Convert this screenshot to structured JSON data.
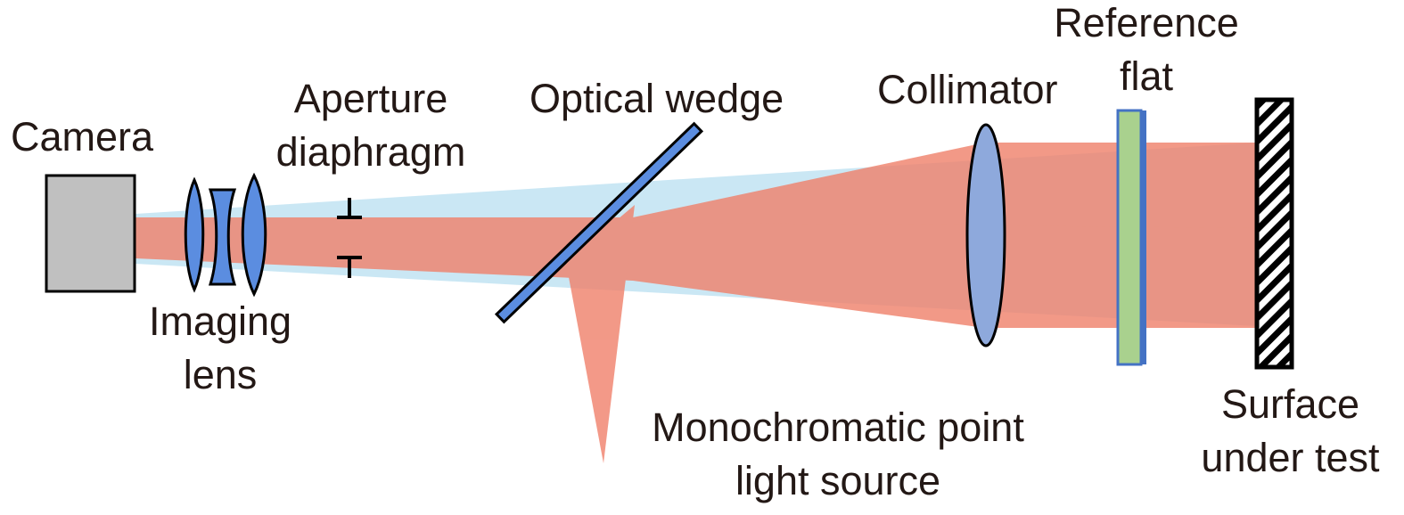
{
  "labels": {
    "camera": "Camera",
    "imaging_lens": "Imaging\nlens",
    "aperture_diaphragm": "Aperture\ndiaphragm",
    "optical_wedge": "Optical wedge",
    "collimator": "Collimator",
    "reference_flat": "Reference\nflat",
    "surface_under_test": "Surface\nunder test",
    "light_source": "Monochromatic point\nlight source"
  },
  "colors": {
    "illumination_beam": "#f0806a",
    "reflected_beam": "#a8d8ee",
    "lens": "#5b8de0",
    "collimator": "#8ea9dc",
    "reference_flat": "#a9d18e",
    "reference_flat_edge": "#4472c4",
    "camera_body": "#c0c0c0",
    "outline": "#000000",
    "text": "#231815"
  },
  "icons": {
    "camera": "camera-icon",
    "imaging_lens": "lens-group-icon",
    "aperture": "aperture-icon",
    "wedge": "beam-splitter-icon",
    "collimator": "collimator-lens-icon",
    "reference_flat": "reference-flat-icon",
    "surface": "hatched-surface-icon",
    "light_source": "point-source-cone-icon"
  }
}
